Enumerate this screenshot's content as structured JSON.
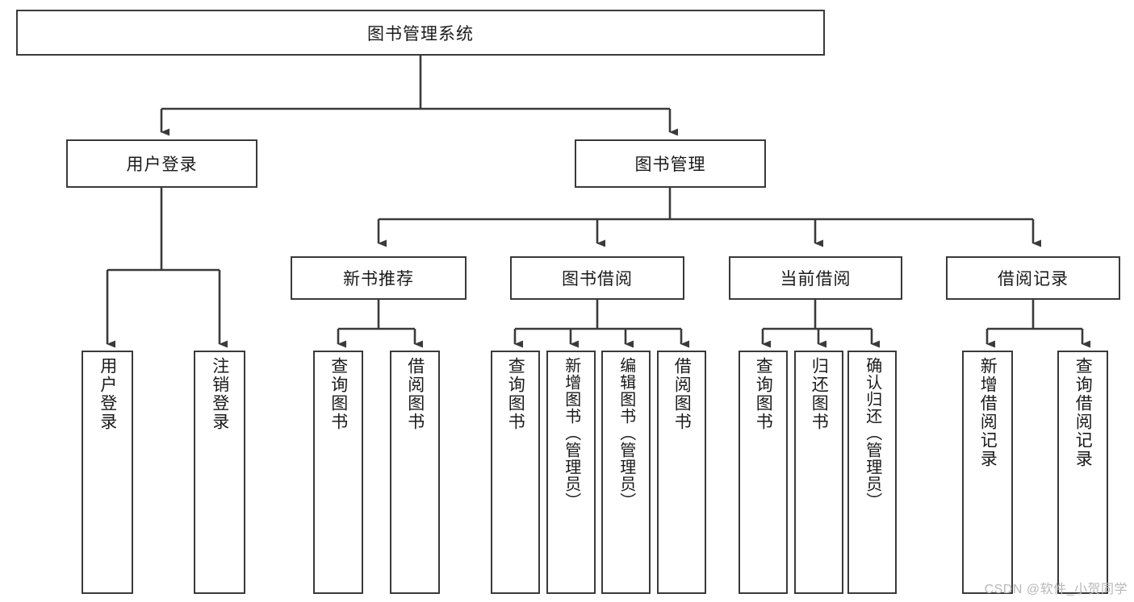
{
  "diagram": {
    "title": "图书管理系统",
    "type": "tree-hierarchy-diagram",
    "watermark": "CSDN @软件_小贺同学",
    "colors": {
      "stroke": "#3a3a3a",
      "background": "#ffffff",
      "text": "#1a1a1a",
      "watermark": "#b8b8b8"
    },
    "root": {
      "label": "图书管理系统"
    },
    "level2": [
      {
        "label": "用户登录"
      },
      {
        "label": "图书管理"
      }
    ],
    "level3": [
      {
        "label": "新书推荐"
      },
      {
        "label": "图书借阅"
      },
      {
        "label": "当前借阅"
      },
      {
        "label": "借阅记录"
      }
    ],
    "leaves": {
      "user_login": [
        {
          "label": "用户登录"
        },
        {
          "label": "注销登录"
        }
      ],
      "new_book_recommend": [
        {
          "label": "查询图书"
        },
        {
          "label": "借阅图书"
        }
      ],
      "book_borrow": [
        {
          "label": "查询图书"
        },
        {
          "label": "新增图书（管理员）"
        },
        {
          "label": "编辑图书（管理员）"
        },
        {
          "label": "借阅图书"
        }
      ],
      "current_borrow": [
        {
          "label": "查询图书"
        },
        {
          "label": "归还图书"
        },
        {
          "label": "确认归还（管理员）"
        }
      ],
      "borrow_record": [
        {
          "label": "新增借阅记录"
        },
        {
          "label": "查询借阅记录"
        }
      ]
    }
  }
}
